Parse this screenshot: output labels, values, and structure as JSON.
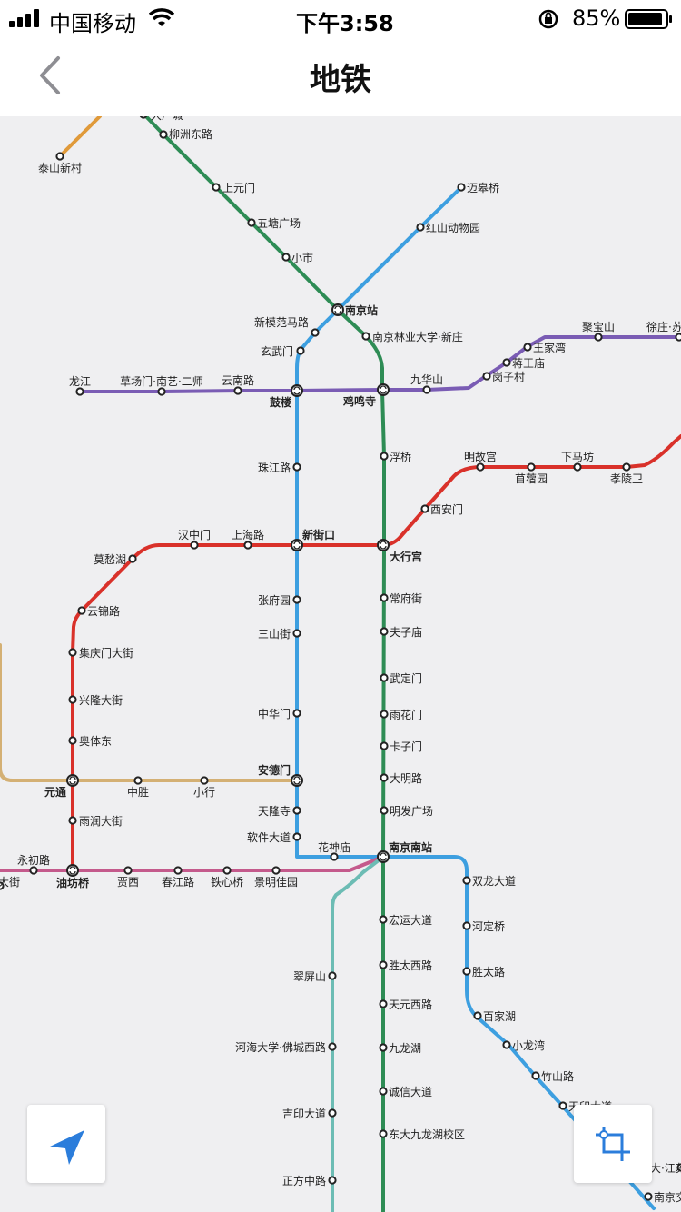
{
  "status_bar": {
    "carrier": "中国移动",
    "time": "下午3:58",
    "battery": "85%"
  },
  "nav": {
    "title": "地铁"
  },
  "colors": {
    "line1": "#3d9fe0",
    "line2": "#2e8c55",
    "line3": "#d9312a",
    "line4": "#7a5cb4",
    "line10": "#d4b074",
    "lineS1": "#6cbcb4",
    "lineS3": "#c45a8c",
    "orange": "#e09a3a"
  },
  "stations": [
    {
      "id": "taishan",
      "name": "泰山新村"
    },
    {
      "id": "liuzhou",
      "name": "柳洲东路"
    },
    {
      "id": "shangyuanmen",
      "name": "上元门"
    },
    {
      "id": "wutang",
      "name": "五塘广场"
    },
    {
      "id": "xiaoshi",
      "name": "小市"
    },
    {
      "id": "maigaoqiao",
      "name": "迈皋桥"
    },
    {
      "id": "hongshan",
      "name": "红山动物园"
    },
    {
      "id": "nanjingzhan",
      "name": "南京站"
    },
    {
      "id": "xinmofan",
      "name": "新模范马路"
    },
    {
      "id": "nanlin",
      "name": "南京林业大学·新庄"
    },
    {
      "id": "xuanwumen",
      "name": "玄武门"
    },
    {
      "id": "jubaoshan",
      "name": "聚宝山"
    },
    {
      "id": "xuzhuang",
      "name": "徐庄·苏"
    },
    {
      "id": "wangjiawan",
      "name": "王家湾"
    },
    {
      "id": "jiangwangmiao",
      "name": "蒋王庙"
    },
    {
      "id": "gangzicun",
      "name": "岗子村"
    },
    {
      "id": "longjiang",
      "name": "龙江"
    },
    {
      "id": "caochangmen",
      "name": "草场门·南艺·二师"
    },
    {
      "id": "yunnanlu",
      "name": "云南路"
    },
    {
      "id": "gulou",
      "name": "鼓楼"
    },
    {
      "id": "jimingsi",
      "name": "鸡鸣寺"
    },
    {
      "id": "jiuhuashan",
      "name": "九华山"
    },
    {
      "id": "fuqiao",
      "name": "浮桥"
    },
    {
      "id": "zhujianglu",
      "name": "珠江路"
    },
    {
      "id": "minggugong",
      "name": "明故宫"
    },
    {
      "id": "xiamafang",
      "name": "下马坊"
    },
    {
      "id": "muxuyuan",
      "name": "苜蓿园"
    },
    {
      "id": "xiaolingwei",
      "name": "孝陵卫"
    },
    {
      "id": "xianmen",
      "name": "西安门"
    },
    {
      "id": "hanzhongmen",
      "name": "汉中门"
    },
    {
      "id": "shanghailu",
      "name": "上海路"
    },
    {
      "id": "xinjiekou",
      "name": "新街口"
    },
    {
      "id": "mochouhu",
      "name": "莫愁湖"
    },
    {
      "id": "daxinggong",
      "name": "大行宫"
    },
    {
      "id": "yunjinlu",
      "name": "云锦路"
    },
    {
      "id": "zhangfuyuan",
      "name": "张府园"
    },
    {
      "id": "changfujie",
      "name": "常府街"
    },
    {
      "id": "sanshanjie",
      "name": "三山街"
    },
    {
      "id": "fuzimiao",
      "name": "夫子庙"
    },
    {
      "id": "jiqingmen",
      "name": "集庆门大街"
    },
    {
      "id": "wudingmen",
      "name": "武定门"
    },
    {
      "id": "xinglong",
      "name": "兴隆大街"
    },
    {
      "id": "zhonghuamen",
      "name": "中华门"
    },
    {
      "id": "yuhuamen",
      "name": "雨花门"
    },
    {
      "id": "aotidong",
      "name": "奥体东"
    },
    {
      "id": "kazimen",
      "name": "卡子门"
    },
    {
      "id": "andemen",
      "name": "安德门"
    },
    {
      "id": "daminglu",
      "name": "大明路"
    },
    {
      "id": "yuantong",
      "name": "元通"
    },
    {
      "id": "zhongsheng",
      "name": "中胜"
    },
    {
      "id": "xiaoxing",
      "name": "小行"
    },
    {
      "id": "tianlongsi",
      "name": "天隆寺"
    },
    {
      "id": "mingfa",
      "name": "明发广场"
    },
    {
      "id": "yurun",
      "name": "雨润大街"
    },
    {
      "id": "ruanjian",
      "name": "软件大道"
    },
    {
      "id": "huashenmiao",
      "name": "花神庙"
    },
    {
      "id": "nanjingnanzhan",
      "name": "南京南站"
    },
    {
      "id": "yongchu",
      "name": "永初路"
    },
    {
      "id": "dajie",
      "name": "大街"
    },
    {
      "id": "youfangqiao",
      "name": "油坊桥"
    },
    {
      "id": "jiaxi",
      "name": "贾西"
    },
    {
      "id": "chunjiang",
      "name": "春江路"
    },
    {
      "id": "tiexinqiao",
      "name": "铁心桥"
    },
    {
      "id": "jingming",
      "name": "景明佳园"
    },
    {
      "id": "shuanglong",
      "name": "双龙大道"
    },
    {
      "id": "hedingqiao",
      "name": "河定桥"
    },
    {
      "id": "hongyun",
      "name": "宏运大道"
    },
    {
      "id": "shengtaixi",
      "name": "胜太西路"
    },
    {
      "id": "shengtailu",
      "name": "胜太路"
    },
    {
      "id": "cuipingshan",
      "name": "翠屏山"
    },
    {
      "id": "tianyuanxi",
      "name": "天元西路"
    },
    {
      "id": "baijiahu",
      "name": "百家湖"
    },
    {
      "id": "hehai",
      "name": "河海大学·佛城西路"
    },
    {
      "id": "jiulonghu",
      "name": "九龙湖"
    },
    {
      "id": "xiaolongwan",
      "name": "小龙湾"
    },
    {
      "id": "zhushanlu",
      "name": "竹山路"
    },
    {
      "id": "chengxin",
      "name": "诚信大道"
    },
    {
      "id": "jiyin",
      "name": "吉印大道"
    },
    {
      "id": "tianyin",
      "name": "天印大道"
    },
    {
      "id": "dongda",
      "name": "东大九龙湖校区"
    },
    {
      "id": "dajiangsu",
      "name": "大·江苏"
    },
    {
      "id": "zhengfang",
      "name": "正方中路"
    },
    {
      "id": "nanjingjiao",
      "name": "南京交"
    },
    {
      "id": "dachangcheng",
      "name": "大厂城"
    }
  ],
  "controls": {
    "locate": "navigation-arrow-icon",
    "fit": "crop-frame-icon"
  }
}
